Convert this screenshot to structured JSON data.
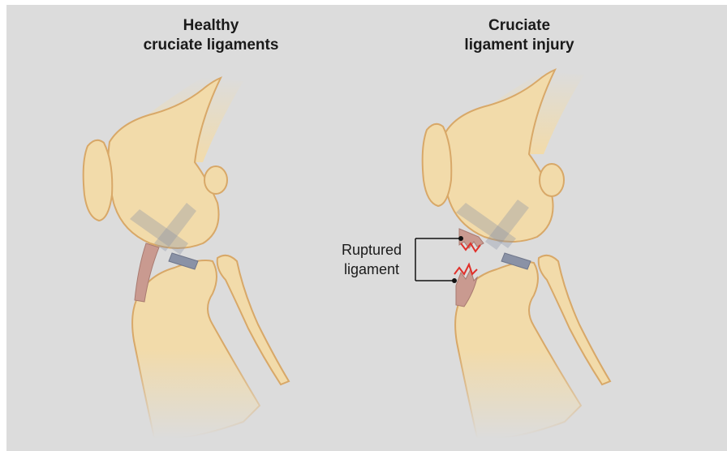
{
  "panels": {
    "left_title": [
      "Healthy",
      "cruciate ligaments"
    ],
    "right_title": [
      "Cruciate",
      "ligament injury"
    ]
  },
  "annotation": {
    "label": [
      "Ruptured",
      "ligament"
    ]
  },
  "colors": {
    "background": "#dcdcdc",
    "bone_fill": "#f2dbaa",
    "bone_stroke": "#d8a868",
    "ligament_pink": "#c99a90",
    "ligament_blue": "#8a92a6",
    "tear_red": "#e0302a"
  }
}
